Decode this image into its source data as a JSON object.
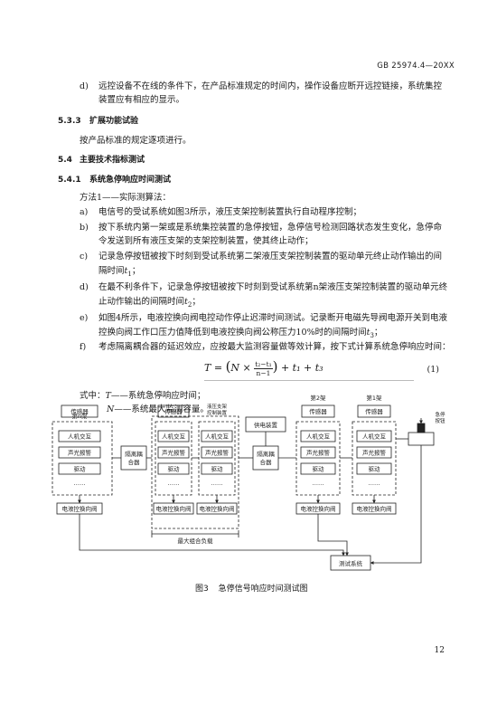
{
  "header": {
    "standard_no": "GB 25974.4—20XX"
  },
  "item_d_top": {
    "marker": "d)",
    "line1": "远控设备不在线的条件下，在产品标准规定的时间内，操作设备应断开远控链接，系统集控",
    "line2": "装置应有相应的显示。"
  },
  "sec_533": {
    "num": "5.3.3",
    "title": "扩展功能试验",
    "body": "按产品标准的规定逐项进行。"
  },
  "sec_54": {
    "num": "5.4",
    "title": "主要技术指标测试"
  },
  "sec_541": {
    "num": "5.4.1",
    "title": "系统急停响应时间测试"
  },
  "method_intro": "方法1——实际测算法：",
  "items": [
    {
      "marker": "a)",
      "lines": [
        "电信号的受试系统如图3所示，液压支架控制装置执行自动程序控制；"
      ]
    },
    {
      "marker": "b)",
      "lines": [
        "按下系统内第一架或是系统集控装置的急停按钮，急停信号检测回路状态发生变化，急停命",
        "令发送到所有液压支架的支架控制装置，使其终止动作；"
      ]
    },
    {
      "marker": "c)",
      "lines": [
        "记录急停按钮被按下时刻到受试系统第二架液压支架控制装置的驱动单元终止动作输出的间",
        "隔时间"
      ],
      "var": "t",
      "sub": "1",
      "tail": "；"
    },
    {
      "marker": "d)",
      "lines": [
        "在最不利条件下，记录急停按钮被按下时刻到受试系统第n架液压支架控制装置的驱动单元终",
        "止动作输出的间隔时间"
      ],
      "var": "t",
      "sub": "2",
      "tail": "；"
    },
    {
      "marker": "e)",
      "lines": [
        "如图4所示，电液控换向阀电控动作停止迟滞时间测试。记录断开电磁先导阀电源开关到电液",
        "控换向阀工作口压力值降低到电液控换向阀公称压力10%时的间隔时间"
      ],
      "var": "t",
      "sub": "3",
      "tail": "；"
    },
    {
      "marker": "f)",
      "lines": [
        "考虑隔离耦合器的延迟效应，应按最大监测容量做等效计算，按下式计算系统急停响应时间："
      ]
    }
  ],
  "formula": {
    "lhs": "T",
    "eq": "=",
    "paren_open": "(",
    "N": "N",
    "times": "×",
    "numerator": "t₂−t₁",
    "denominator": "n−1",
    "paren_close": ")",
    "rest": "+ t₁ + t₃",
    "number": "(1)"
  },
  "where": {
    "intro": "式中：",
    "defs": [
      {
        "sym": "T",
        "text": "——系统急停响应时间；"
      },
      {
        "sym": "N",
        "text": "——系统最大监测容量。"
      }
    ]
  },
  "figure": {
    "col_labels": [
      "第n架",
      "第2架",
      "第1架"
    ],
    "sensor": "传感器",
    "hmi": "人机交互",
    "alarm": "声光报警",
    "drive": "驱动",
    "dots": "……",
    "valve": "电液控换向阀",
    "isolator": "隔离耦合器",
    "controller_label": "液压支架控制装置",
    "power": "供电装置",
    "max_load": "最大组合负载",
    "test_system": "测试系统",
    "estop": "急停按钮",
    "caption_num": "图3",
    "caption_text": "急停信号响应时间测试图"
  },
  "footer": {
    "page": "12"
  }
}
